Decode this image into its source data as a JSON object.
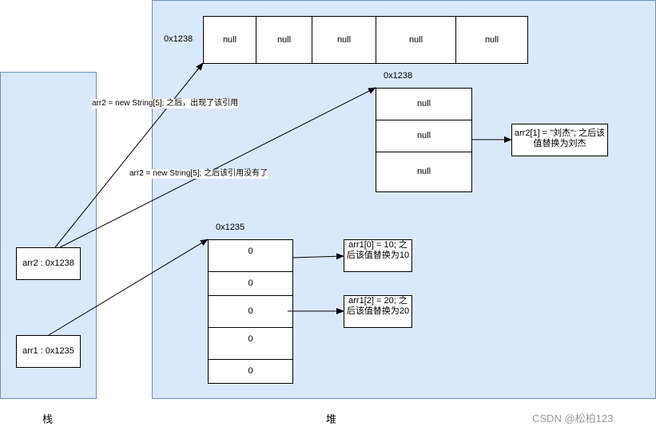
{
  "stack": {
    "caption": "栈"
  },
  "heap": {
    "caption": "堆"
  },
  "vars": {
    "arr2": "arr2 : 0x1238",
    "arr1": "arr1 : 0x1235"
  },
  "array_top": {
    "address": "0x1238",
    "cells": [
      "null",
      "null",
      "null",
      "null",
      "null"
    ]
  },
  "array_mid": {
    "address": "0x1238",
    "cells": [
      "null",
      "null",
      "null"
    ]
  },
  "array_bottom": {
    "address": "0x1235",
    "cells": [
      "0",
      "0",
      "0",
      "0",
      "0"
    ]
  },
  "edges": {
    "arr2_first": "arr2 = new String[5]; 之后，出现了该引用",
    "arr2_second": "arr2 = new String[5]; 之后该引用没有了"
  },
  "notes": {
    "mid_cell1": "arr2[1] = \"刘杰\"; 之后该值替换为刘杰",
    "bottom_cell0": "arr1[0] = 10; 之后该值替换为10",
    "bottom_cell2": "arr1[2] = 20; 之后该值替换为20"
  },
  "watermark": "CSDN @松柏123"
}
